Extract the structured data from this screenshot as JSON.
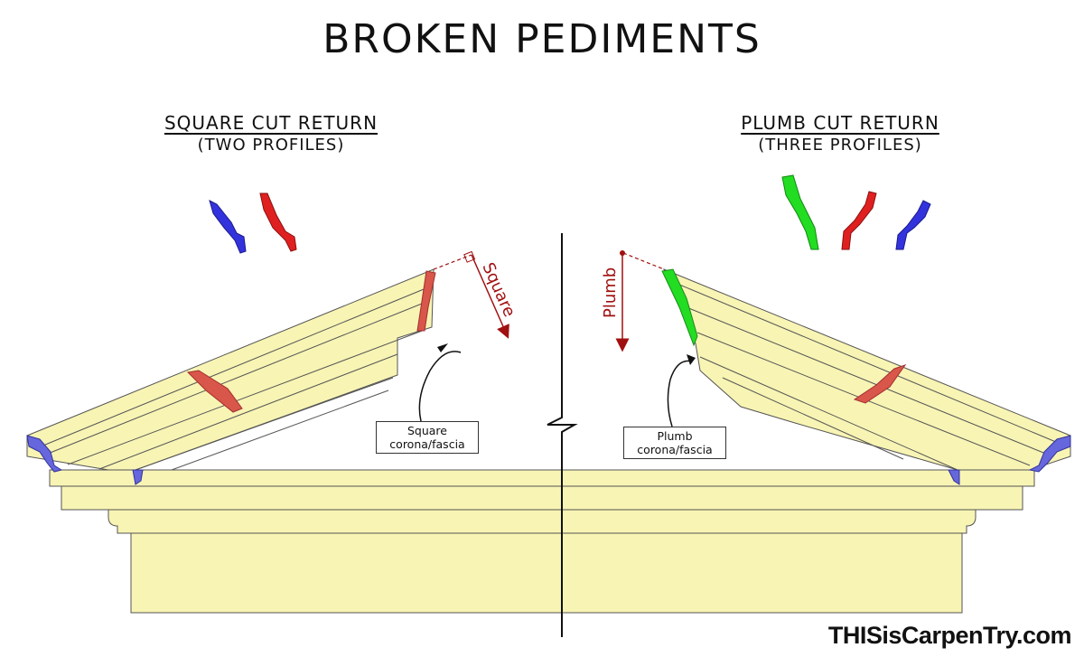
{
  "title": "BROKEN PEDIMENTS",
  "left_section": {
    "heading": "SQUARE CUT RETURN",
    "subheading": "(TWO PROFILES)",
    "cut_label": "Square",
    "callout_line1": "Square",
    "callout_line2": "corona/fascia"
  },
  "right_section": {
    "heading": "PLUMB CUT RETURN",
    "subheading": "(THREE PROFILES)",
    "cut_label": "Plumb",
    "callout_line1": "Plumb",
    "callout_line2": "corona/fascia"
  },
  "brand": "THISisCarpenTry.com",
  "colors": {
    "molding_fill": "#f8f4b4",
    "outline": "#555555",
    "profile_blue": "#3333dd",
    "profile_red": "#e02020",
    "profile_green": "#22dd22",
    "cut_red": "#d9564a",
    "annotation": "#a01010"
  }
}
